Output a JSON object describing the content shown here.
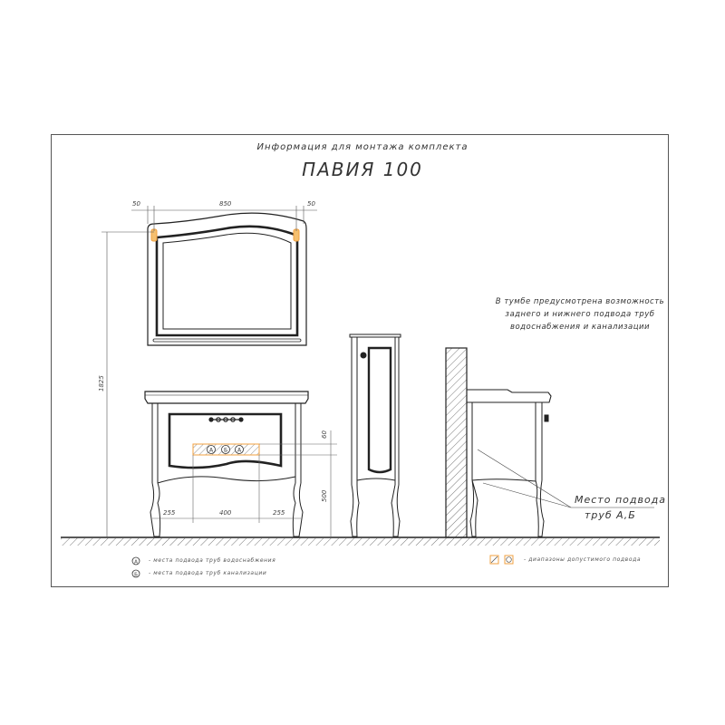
{
  "header": {
    "subtitle": "Информация для монтажа комплекта",
    "title": "ПАВИЯ 100"
  },
  "dimensions": {
    "mirror_left_margin": "50",
    "mirror_width": "850",
    "mirror_right_margin": "50",
    "total_height": "1825",
    "pipe_zone_height": "60",
    "pipe_height_from_floor": "500",
    "left_offset": "255",
    "pipe_zone_width": "400",
    "right_offset": "255"
  },
  "note": {
    "line1": "В тумбе предусмотрена возможность",
    "line2": "заднего и нижнего подвода труб",
    "line3": "водоснабжения и канализации"
  },
  "side_view": {
    "label_line1": "Место подвода",
    "label_line2": "труб А,Б"
  },
  "legend": {
    "items": [
      {
        "symbol": "А",
        "text": "- места подвода труб водоснабжения"
      },
      {
        "symbol": "Б",
        "text": "- места подвода труб канализации"
      }
    ],
    "range_text": "- диапазоны допустимого подвода"
  },
  "colors": {
    "line": "#222222",
    "accent": "#f0a040",
    "frame": "#555555"
  }
}
